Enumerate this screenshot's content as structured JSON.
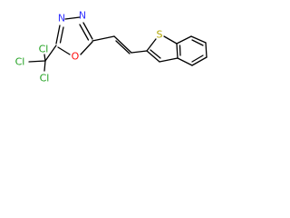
{
  "structure": {
    "atoms": {
      "n1": "N",
      "n2": "N",
      "o1": "O",
      "s1": "S",
      "cl1": "Cl",
      "cl2": "Cl",
      "cl3": "Cl"
    }
  },
  "colors": {
    "bond": "#000000",
    "nitrogen": "#3333ff",
    "oxygen": "#ff0d0d",
    "sulfur": "#b2a600",
    "chlorine": "#1fa01f"
  }
}
